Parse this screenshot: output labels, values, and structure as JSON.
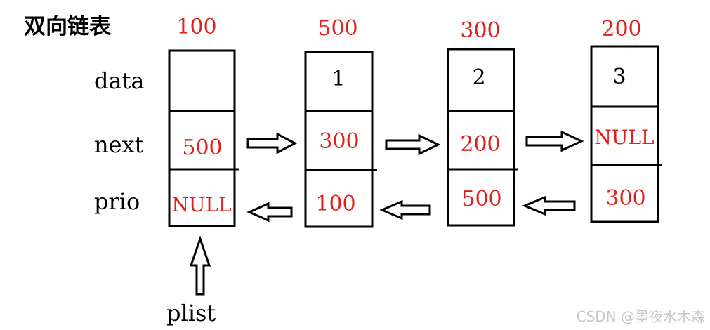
{
  "title": "双向链表",
  "row_labels": {
    "data": "data",
    "next": "next",
    "prio": "prio"
  },
  "pointer_label": "plist",
  "nodes": [
    {
      "address": "100",
      "data": "",
      "next": "500",
      "prio": "NULL"
    },
    {
      "address": "500",
      "data": "1",
      "next": "300",
      "prio": "100"
    },
    {
      "address": "300",
      "data": "2",
      "next": "200",
      "prio": "500"
    },
    {
      "address": "200",
      "data": "3",
      "next": "NULL",
      "prio": "300"
    }
  ],
  "watermark": "CSDN @墨夜水木森",
  "colors": {
    "accent": "#e0201c",
    "ink": "#000000",
    "watermark": "#c8c8c8"
  }
}
